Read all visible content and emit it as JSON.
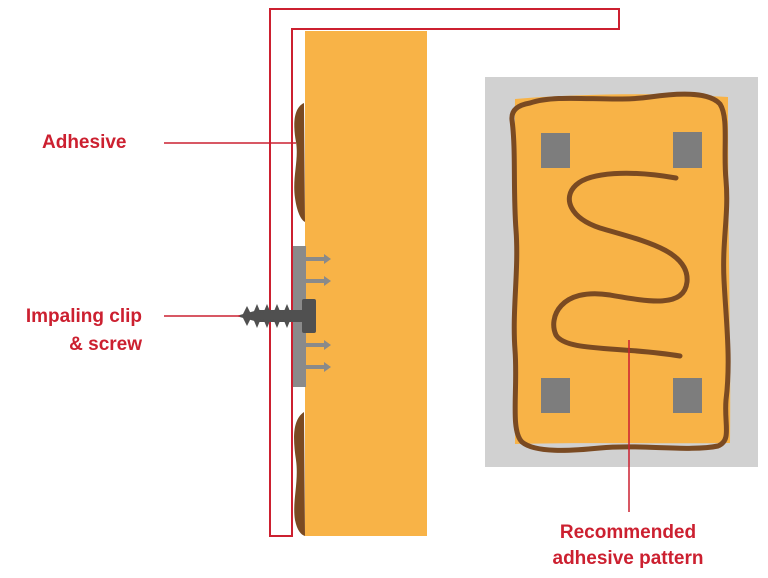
{
  "labels": {
    "adhesive": "Adhesive",
    "clip_line1": "Impaling clip",
    "clip_line2": "& screw",
    "pattern_line1": "Recommended",
    "pattern_line2": "adhesive pattern"
  },
  "colors": {
    "label_text": "#cc2030",
    "leader_line": "#cc2030",
    "wall_outline": "#cc2030",
    "insulation_board": "#f8b347",
    "adhesive_bead": "#7a4a22",
    "clip_metal": "#8a8a8a",
    "screw": "#505050",
    "backing_panel": "#d1d1d1",
    "clip_pad": "#7d7d7d"
  },
  "icons": {
    "clip": "impaling-clip-icon",
    "screw": "screw-icon"
  }
}
